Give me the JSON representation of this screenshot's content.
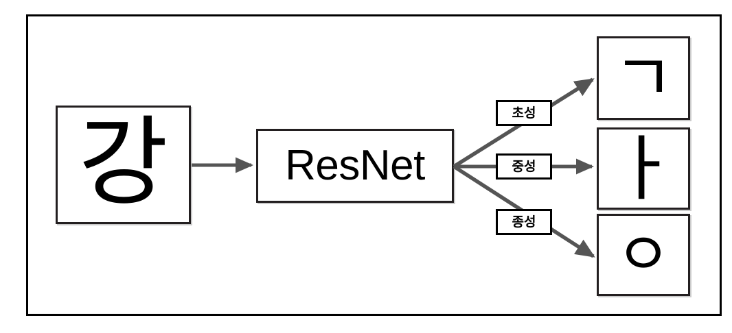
{
  "figure": {
    "type": "pipeline-diagram",
    "description": "Korean syllable decomposition pipeline",
    "frame_color": "#000000",
    "box_border_color": "#231f20",
    "arrow_color": "#555555",
    "background": "#ffffff"
  },
  "input": {
    "name": "input-character",
    "glyph": "강",
    "icon": "korean-syllable-glyph"
  },
  "model": {
    "name": "model-block",
    "label": "ResNet"
  },
  "labels": [
    {
      "text": "초성",
      "name": "label-choseong"
    },
    {
      "text": "중성",
      "name": "label-jungseong"
    },
    {
      "text": "종성",
      "name": "label-jongseong"
    }
  ],
  "outputs": [
    {
      "glyph": "ㄱ",
      "name": "output-initial-consonant"
    },
    {
      "glyph": "ㅏ",
      "name": "output-medial-vowel"
    },
    {
      "glyph": "ㅇ",
      "name": "output-final-consonant"
    }
  ],
  "arrows": [
    {
      "name": "arrow-input-to-model",
      "from": "input-box",
      "to": "model-box"
    },
    {
      "name": "arrow-model-to-choseong",
      "from": "model-box",
      "to": "output-0"
    },
    {
      "name": "arrow-model-to-jungseong",
      "from": "model-box",
      "to": "output-1"
    },
    {
      "name": "arrow-model-to-jongseong",
      "from": "model-box",
      "to": "output-2"
    }
  ]
}
